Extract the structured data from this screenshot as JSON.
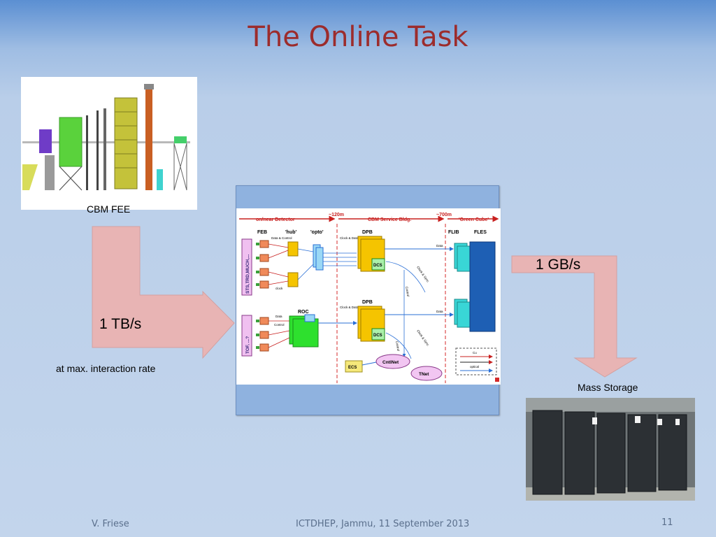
{
  "slide": {
    "title": "The Online Task",
    "detector_caption": "CBM FEE",
    "rate_label": "1 TB/s",
    "rate_caption": "at max. interaction rate",
    "output_rate_label": "1 GB/s",
    "storage_caption": "Mass Storage"
  },
  "diagram": {
    "zone_detector": "on/near Detector",
    "dist_120": "~120m",
    "zone_service": "CBM Service Bldg.",
    "dist_700": "~700m",
    "zone_green": "'Green Cube'",
    "col_feb": "FEB",
    "col_hub": "'hub'",
    "col_opto": "'opto'",
    "col_dpb": "DPB",
    "col_flib": "FLIB",
    "col_fles": "FLES",
    "detectors_1": "STS,TRD,MUCH,...",
    "detectors_2": "TOF, ...?",
    "roc": "ROC",
    "dpb2": "DPB",
    "dcs": "DCS",
    "dcs2": "DCS",
    "ecs": "ECS",
    "cntlnet": "CntlNet",
    "tnet": "TNet",
    "data_control": "Data & Control",
    "data": "Data",
    "control": "Control",
    "clock": "clock",
    "clock_data_control": "Clock & Data & Control",
    "clock_data_control2": "Clock & Data & Control",
    "data_flib1": "Data",
    "data_flib2": "Data",
    "clock_sync": "Clock & Sync",
    "clock_sync2": "Clock & Sync",
    "control_vertical": "Control",
    "control_vertical2": "Control",
    "legend_cu": "Cu",
    "legend_optical": "optical"
  },
  "footer": {
    "author": "V. Friese",
    "event": "ICTDHEP, Jammu, 11 September 2013",
    "page": "11"
  },
  "colors": {
    "title": "#9c2c2c",
    "arrow_fill": "#e8b4b4",
    "zone_header": "#d23a2a",
    "dpb": "#f5c400",
    "roc": "#2ee02e",
    "fles": "#1e5fb4",
    "flib": "#39d6d6"
  }
}
